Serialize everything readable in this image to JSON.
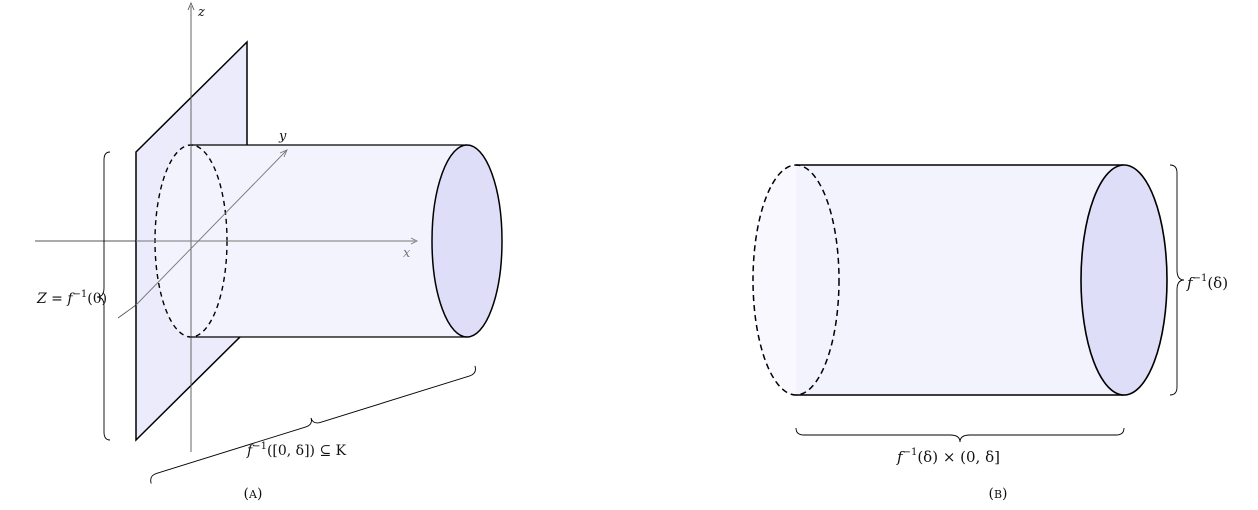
{
  "panel_a": {
    "caption_prefix": "(",
    "caption_letter": "A",
    "caption_suffix": ")",
    "axes": {
      "z": "z",
      "y": "y",
      "x": "x"
    },
    "plane_label": {
      "lhs": "Z = f",
      "sup": "−1",
      "rhs": "(0)"
    },
    "cylinder_label": {
      "base": "f",
      "sup": "−1",
      "rest": "([0, δ]) ⊆ K"
    }
  },
  "panel_b": {
    "caption_prefix": "(",
    "caption_letter": "B",
    "caption_suffix": ")",
    "end_label": {
      "base": "f",
      "sup": "−1",
      "rest": "(δ)"
    },
    "length_label": {
      "base": "f",
      "sup": "−1",
      "rest": "(δ) × (0, δ]"
    }
  },
  "colors": {
    "plane_fill": "#ebebfb",
    "cylinder_fill": "#f3f3fd",
    "end_cap_fill": "#dedef8",
    "stroke": "#000000",
    "axis": "#555555"
  }
}
